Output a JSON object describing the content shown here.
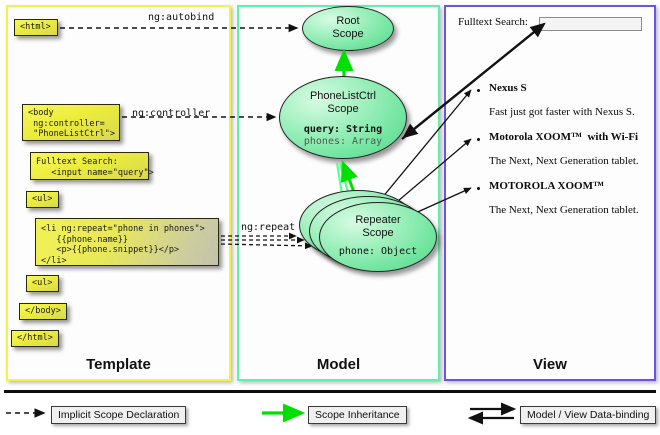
{
  "diagram": {
    "title": "AngularJS Template / Model / View scope diagram"
  },
  "columns": [
    {
      "id": "template",
      "label": "Template",
      "border_color": "#f2f24a"
    },
    {
      "id": "model",
      "label": "Model",
      "border_color": "#5bf2ad"
    },
    {
      "id": "view",
      "label": "View",
      "border_color": "#6a55e8"
    }
  ],
  "template": {
    "boxes": [
      {
        "name": "html-open-box",
        "text": "<html>"
      },
      {
        "name": "body-box",
        "text": "<body\n ng:controller=\n \"PhoneListCtrl\">"
      },
      {
        "name": "fulltext-search-box",
        "text": "Fulltext Search:\n   <input name=\"query\">"
      },
      {
        "name": "ul-open-box",
        "text": "<ul>"
      },
      {
        "name": "li-repeat-box",
        "text": "<li ng:repeat=\"phone in phones\">\n   {{phone.name}}\n   <p>{{phone.snippet}}</p>\n</li>"
      },
      {
        "name": "ul-close-box",
        "text": "<ul>"
      },
      {
        "name": "body-close-box",
        "text": "</body>"
      },
      {
        "name": "html-close-box",
        "text": "</html>"
      }
    ]
  },
  "model": {
    "edge_labels": [
      {
        "name": "ng-autobind-label",
        "text": "ng:autobind"
      },
      {
        "name": "ng-controller-label",
        "text": "ng:controller"
      },
      {
        "name": "ng-repeat-label",
        "text": "ng:repeat"
      }
    ],
    "scopes": [
      {
        "name": "root-scope",
        "title": "Root\nScope",
        "properties": []
      },
      {
        "name": "phonelistctrl-scope",
        "title": "PhoneListCtrl\nScope",
        "properties": [
          {
            "text": "query: String",
            "emphasis": "bold"
          },
          {
            "text": "phones: Array",
            "emphasis": "dim"
          }
        ]
      },
      {
        "name": "repeater-scope",
        "title": "Repeater\nScope",
        "properties": [
          {
            "text": "phone: Object",
            "emphasis": "dim"
          }
        ]
      }
    ]
  },
  "view": {
    "search_label": "Fulltext Search:",
    "search_value": "",
    "search_placeholder": "",
    "phones": [
      {
        "name": "Nexus S",
        "snippet": "Fast just got faster with Nexus S."
      },
      {
        "name": "Motorola XOOM™  with Wi-Fi",
        "snippet": "The Next, Next Generation tablet."
      },
      {
        "name": "MOTOROLA XOOM™",
        "snippet": "The Next, Next Generation tablet."
      }
    ]
  },
  "legend": {
    "items": [
      {
        "name": "legend-implicit-scope-declaration",
        "label": "Implicit Scope Declaration",
        "arrow": "dashed-black",
        "color": "#111111"
      },
      {
        "name": "legend-scope-inheritance",
        "label": "Scope Inheritance",
        "arrow": "solid-green",
        "color": "#00e000"
      },
      {
        "name": "legend-model-view-data-binding",
        "label": "Model / View Data-binding",
        "arrow": "double-black",
        "color": "#111111"
      }
    ]
  },
  "colors": {
    "template_border": "#f2f24a",
    "model_border": "#5bf2ad",
    "view_border": "#6a55e8",
    "code_box_fill": "#ecec3c",
    "scope_fill": "#8eeeb0",
    "inheritance_arrow": "#00e000"
  }
}
